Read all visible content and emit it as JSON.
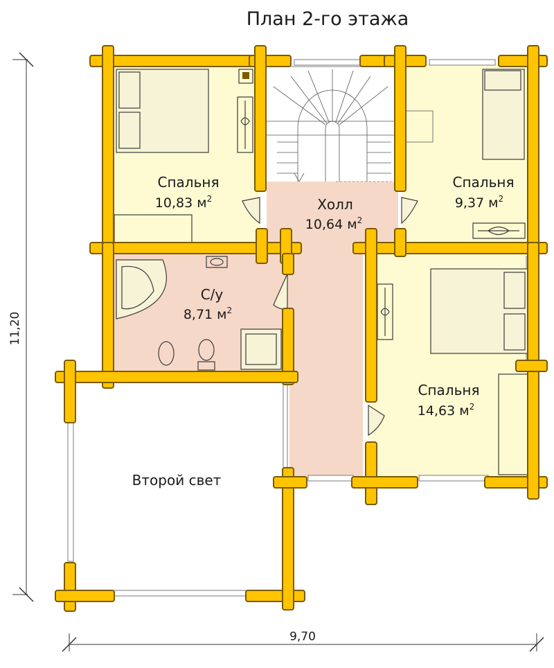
{
  "title": "План 2-го этажа",
  "rooms": [
    {
      "name": "Спальня",
      "area": "10,83 м",
      "unit_sup": "2"
    },
    {
      "name": "Холл",
      "area": "10,64 м",
      "unit_sup": "2"
    },
    {
      "name": "Спальня",
      "area": "9,37 м",
      "unit_sup": "2"
    },
    {
      "name": "С/у",
      "area": "8,71 м",
      "unit_sup": "2"
    },
    {
      "name": "Спальня",
      "area": "14,63 м",
      "unit_sup": "2"
    },
    {
      "name": "Второй свет",
      "area": "",
      "unit_sup": ""
    }
  ],
  "dimensions": {
    "height": "11,20",
    "width": "9,70"
  },
  "colors": {
    "log": "#ffc400",
    "bedroom_floor": "#fefbd2",
    "wet_floor": "#f6d8c8",
    "second_light_floor": "#ffffff"
  }
}
